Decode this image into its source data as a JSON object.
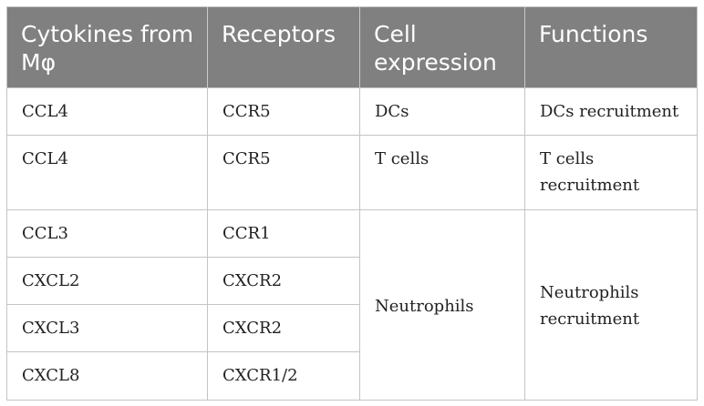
{
  "table": {
    "headers": [
      "Cytokines from Mφ",
      "Receptors",
      "Cell expression",
      "Functions"
    ],
    "rows": [
      {
        "cytokine": "CCL4",
        "receptor": "CCR5",
        "cell": "DCs",
        "function": "DCs recruitment"
      },
      {
        "cytokine": "CCL4",
        "receptor": "CCR5",
        "cell": "T cells",
        "function": "T cells recruitment"
      },
      {
        "cytokine": "CCL3",
        "receptor": "CCR1",
        "cell": "Neutrophils",
        "function": "Neutrophils recruitment"
      },
      {
        "cytokine": "CXCL2",
        "receptor": "CXCR2"
      },
      {
        "cytokine": "CXCL3",
        "receptor": "CXCR2"
      },
      {
        "cytokine": "CXCL8",
        "receptor": "CXCR1/2"
      }
    ]
  },
  "colors": {
    "header_background": "#808080",
    "header_text": "#ffffff",
    "grid_line": "#c4c4c4"
  }
}
